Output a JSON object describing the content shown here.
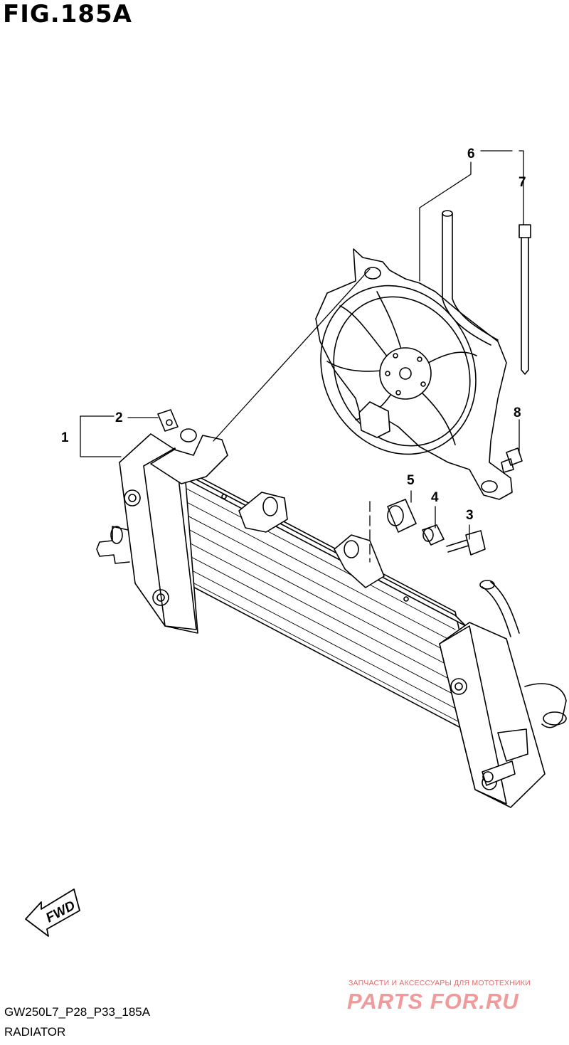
{
  "figure": {
    "title": "FIG.185A",
    "code": "GW250L7_P28_P33_185A",
    "name": "RADIATOR"
  },
  "callouts": [
    {
      "id": "1",
      "label": "1"
    },
    {
      "id": "2",
      "label": "2"
    },
    {
      "id": "3",
      "label": "3"
    },
    {
      "id": "4",
      "label": "4"
    },
    {
      "id": "5",
      "label": "5"
    },
    {
      "id": "6",
      "label": "6"
    },
    {
      "id": "7",
      "label": "7"
    },
    {
      "id": "8",
      "label": "8"
    }
  ],
  "direction_marker": {
    "label": "FWD"
  },
  "watermark": {
    "tagline": "ЗАПЧАСТИ И АКСЕССУАРЫ ДЛЯ МОТОТЕХНИКИ",
    "logo": "PARTS FOR.RU"
  }
}
